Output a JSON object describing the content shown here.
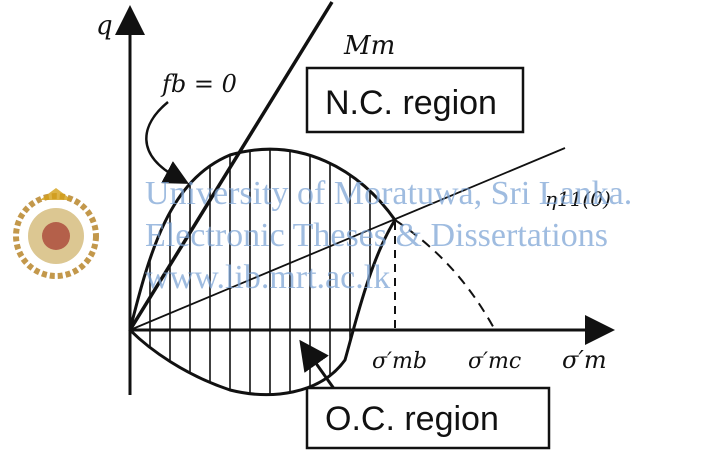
{
  "axes": {
    "q_label": "q",
    "x_label": "σ′m"
  },
  "lines": {
    "Mm_label": "Mm",
    "eta_label": "η11(0)",
    "fb_label": "fb = 0"
  },
  "ticks": {
    "mb_label": "σ′mb",
    "mc_label": "σ′mc"
  },
  "regions": {
    "nc_label": "N.C. region",
    "oc_label": "O.C. region"
  },
  "watermark": {
    "line1": "University of Moratuwa, Sri Lanka.",
    "line2": "Electronic Theses & Dissertations",
    "line3": "www.lib.mrt.ac.lk"
  }
}
